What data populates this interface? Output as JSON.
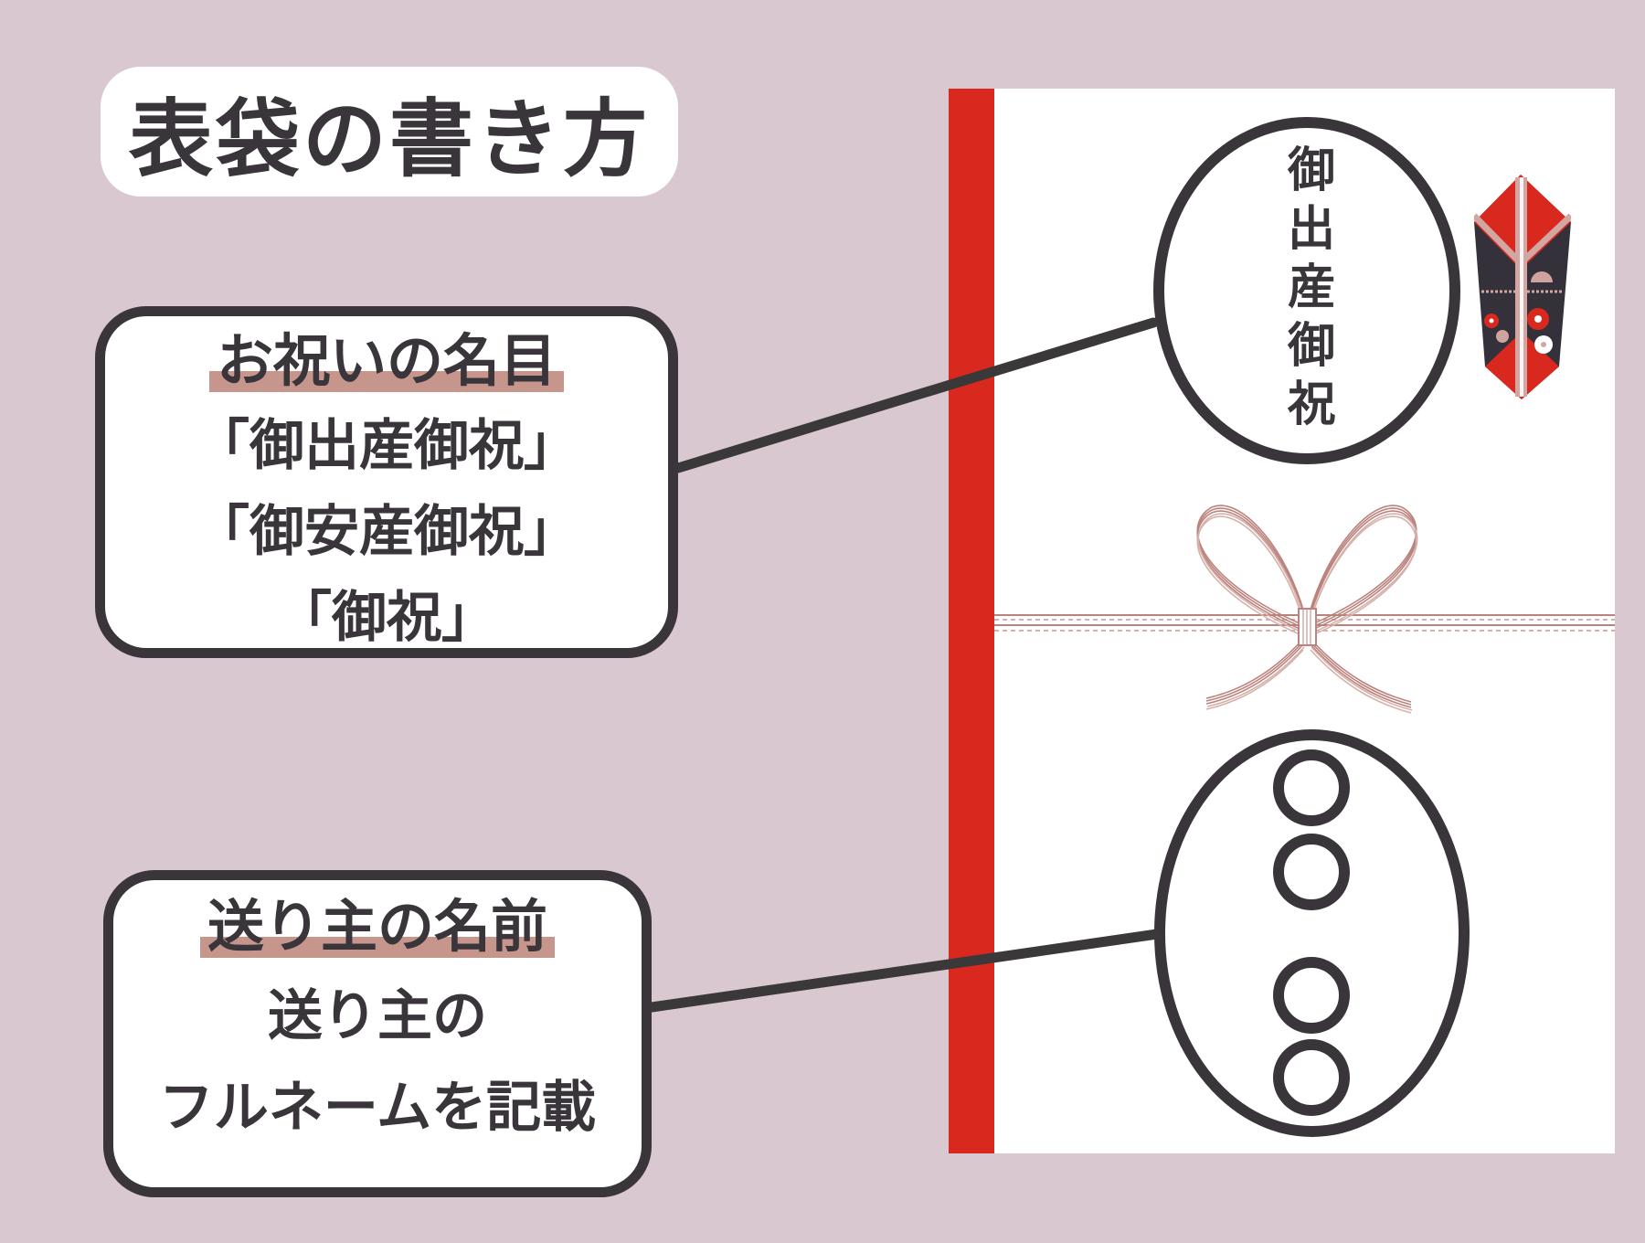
{
  "title": "表袋の書き方",
  "callout_name": {
    "heading": "お祝いの名目",
    "lines": [
      "「御出産御祝」",
      "「御安産御祝」",
      "「御祝」"
    ]
  },
  "callout_sender": {
    "heading": "送り主の名前",
    "lines": [
      "送り主の",
      "フルネームを記載"
    ]
  },
  "envelope": {
    "label_vertical": "御出産御祝",
    "name_placeholder_circles": 4,
    "decorations": [
      "noshi-ornament",
      "mizuhiki-bow",
      "red-stripe"
    ]
  },
  "colors": {
    "background": "#d9c8cf",
    "ink": "#39353b",
    "paper": "#ffffff",
    "accent_red": "#d9291f",
    "heading_highlight": "#c6968c",
    "mizuhiki_cord": "#bb837d"
  }
}
